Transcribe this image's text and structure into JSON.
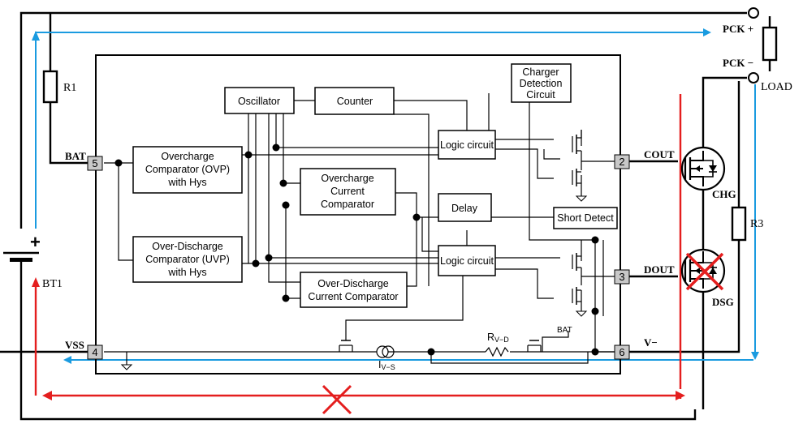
{
  "blocks": {
    "oscillator": "Oscillator",
    "counter": "Counter",
    "charger_detection": [
      "Charger",
      "Detection",
      "Circuit"
    ],
    "ovp": [
      "Overcharge",
      "Comparator (OVP)",
      "with Hys"
    ],
    "uvp": [
      "Over-Discharge",
      "Comparator (UVP)",
      "with Hys"
    ],
    "occ": [
      "Overcharge",
      "Current",
      "Comparator"
    ],
    "odcc": [
      "Over-Discharge",
      "Current Comparator"
    ],
    "logic_top": "Logic circuit",
    "logic_bottom": "Logic circuit",
    "delay": "Delay",
    "short_detect": "Short Detect"
  },
  "pins": {
    "p5": "5",
    "p2": "2",
    "p3": "3",
    "p4": "4",
    "p6": "6"
  },
  "labels": {
    "r1": "R1",
    "bat": "BAT",
    "vss": "VSS",
    "bt1": "BT1",
    "plus": "+",
    "pck_plus": "PCK +",
    "pck_minus": "PCK −",
    "load": "LOAD",
    "cout": "COUT",
    "chg": "CHG",
    "r3": "R3",
    "dout": "DOUT",
    "dsg": "DSG",
    "v_minus": "V−",
    "r_vd": "R",
    "r_vd_sub": "V−D",
    "i_vs": "I",
    "i_vs_sub": "V−S",
    "bat_small": "BAT"
  },
  "colors": {
    "blue_path": "#1a9be0",
    "red_path": "#e41e1e",
    "pin_fill": "#c8c8c8"
  }
}
